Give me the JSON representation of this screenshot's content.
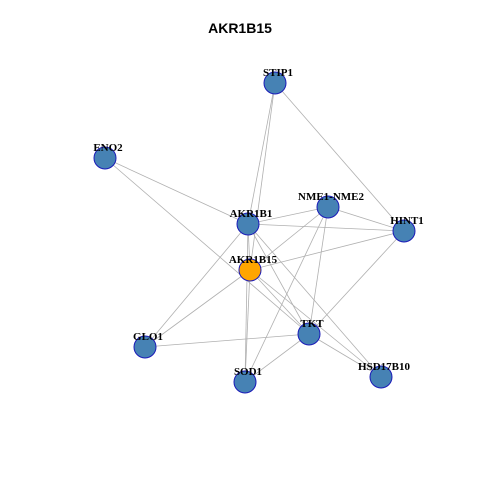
{
  "title": "AKR1B15",
  "colors": {
    "node": "#4682b4",
    "focus": "#ffa500",
    "node_border": "#1a1ab8",
    "edge": "#b0b0b0"
  },
  "nodes": [
    {
      "id": "STIP1",
      "label": "STIP1",
      "focus": false
    },
    {
      "id": "ENO2",
      "label": "ENO2",
      "focus": false
    },
    {
      "id": "NME1-NME2",
      "label": "NME1-NME2",
      "focus": false
    },
    {
      "id": "AKR1B1",
      "label": "AKR1B1",
      "focus": false
    },
    {
      "id": "HINT1",
      "label": "HINT1",
      "focus": false
    },
    {
      "id": "AKR1B15",
      "label": "AKR1B15",
      "focus": true
    },
    {
      "id": "TKT",
      "label": "TKT",
      "focus": false
    },
    {
      "id": "GLO1",
      "label": "GLO1",
      "focus": false
    },
    {
      "id": "SOD1",
      "label": "SOD1",
      "focus": false
    },
    {
      "id": "HSD17B10",
      "label": "HSD17B10",
      "focus": false
    }
  ],
  "edges": [
    [
      "STIP1",
      "AKR1B1"
    ],
    [
      "STIP1",
      "AKR1B15"
    ],
    [
      "STIP1",
      "HINT1"
    ],
    [
      "ENO2",
      "AKR1B1"
    ],
    [
      "ENO2",
      "TKT"
    ],
    [
      "NME1-NME2",
      "AKR1B1"
    ],
    [
      "NME1-NME2",
      "HINT1"
    ],
    [
      "NME1-NME2",
      "AKR1B15"
    ],
    [
      "NME1-NME2",
      "SOD1"
    ],
    [
      "NME1-NME2",
      "TKT"
    ],
    [
      "AKR1B1",
      "HINT1"
    ],
    [
      "AKR1B1",
      "AKR1B15"
    ],
    [
      "AKR1B1",
      "TKT"
    ],
    [
      "AKR1B1",
      "SOD1"
    ],
    [
      "AKR1B1",
      "HSD17B10"
    ],
    [
      "AKR1B1",
      "GLO1"
    ],
    [
      "AKR1B15",
      "HINT1"
    ],
    [
      "AKR1B15",
      "TKT"
    ],
    [
      "AKR1B15",
      "GLO1"
    ],
    [
      "AKR1B15",
      "SOD1"
    ],
    [
      "AKR1B15",
      "HSD17B10"
    ],
    [
      "HINT1",
      "TKT"
    ],
    [
      "TKT",
      "GLO1"
    ],
    [
      "TKT",
      "SOD1"
    ],
    [
      "TKT",
      "HSD17B10"
    ]
  ]
}
